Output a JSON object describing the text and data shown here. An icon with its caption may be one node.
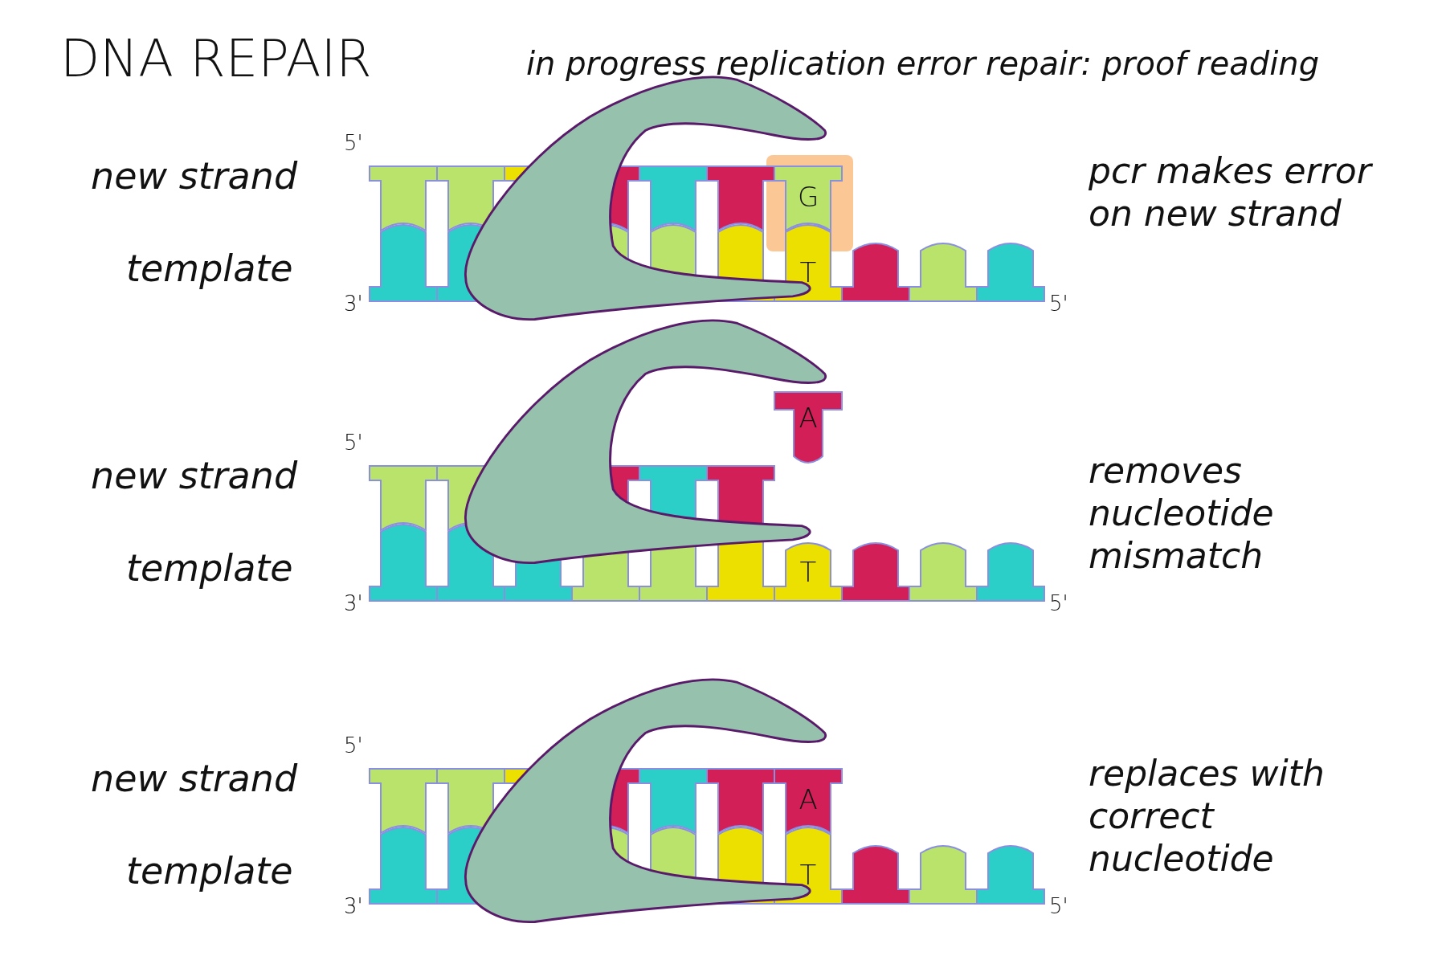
{
  "diagram": {
    "title": "DNA REPAIR",
    "labels": [
      "in progress replication error repair: proof reading",
      "5'",
      "new strand",
      "G",
      "pcr makes error on new strand",
      "template",
      "T",
      "3'",
      "5'",
      "5'",
      "A",
      "new strand",
      "removes nucleotide mismatch",
      "template",
      "T",
      "3'",
      "5'",
      "5'",
      "new strand",
      "A",
      "replaces with correct nucleotide",
      "template",
      "T",
      "3'",
      "5'"
    ]
  }
}
